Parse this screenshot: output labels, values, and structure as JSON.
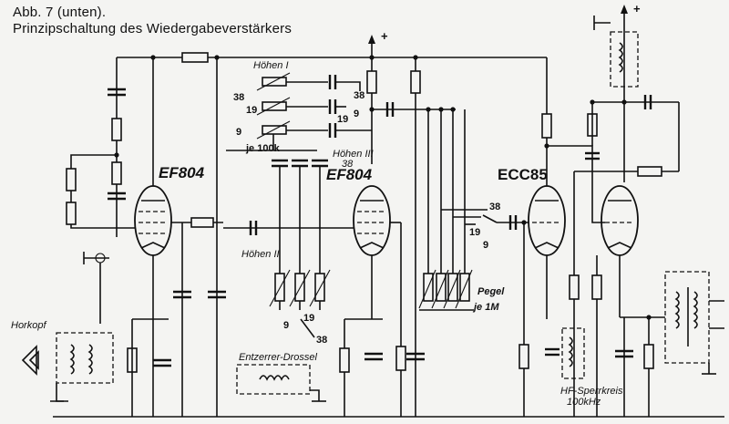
{
  "caption": {
    "line1": "Abb. 7 (unten).",
    "line2": "Prinzipschaltung des Wiedergabeverstärkers"
  },
  "labels": {
    "plus": "+",
    "tube1": "EF804",
    "tube2": "EF804",
    "tube3": "ECC85",
    "hohen1": "Höhen I",
    "hohen2": "Höhen II",
    "hohen3": "Höhen III",
    "s38a": "38",
    "s38b": "38",
    "s38c": "38",
    "s38d": "38",
    "s38e": "38",
    "s19a": "19",
    "s19b": "19",
    "s19c": "19",
    "s19d": "19",
    "s9a": "9",
    "s9b": "9",
    "s9c": "9",
    "s9d": "9",
    "je100k": "je 100k",
    "pegel": "Pegel",
    "je1m": "je 1M",
    "horkopf": "Horkopf",
    "entzerrer": "Entzerrer-Drossel",
    "hfsperr": "HF-Sperrkreis",
    "khz": "100kHz"
  }
}
